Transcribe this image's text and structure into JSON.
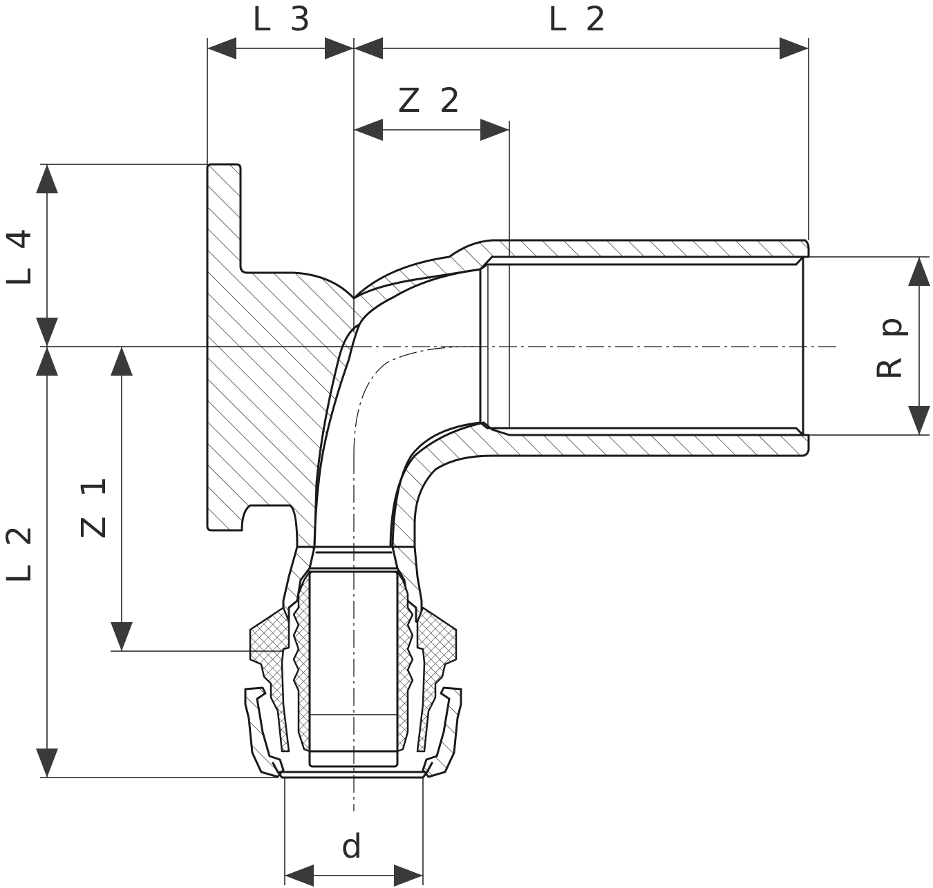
{
  "drawing": {
    "labels": {
      "l3_top": "L 3",
      "l2_top": "L 2",
      "z2": "Z 2",
      "l4": "L 4",
      "l2_left": "L 2",
      "z1": "Z 1",
      "rp": "R p",
      "d": "d"
    },
    "colors": {
      "line": "#1a1a1a",
      "arrow": "#3a3a3a",
      "text": "#2a2a2a",
      "background": "#ffffff"
    }
  }
}
